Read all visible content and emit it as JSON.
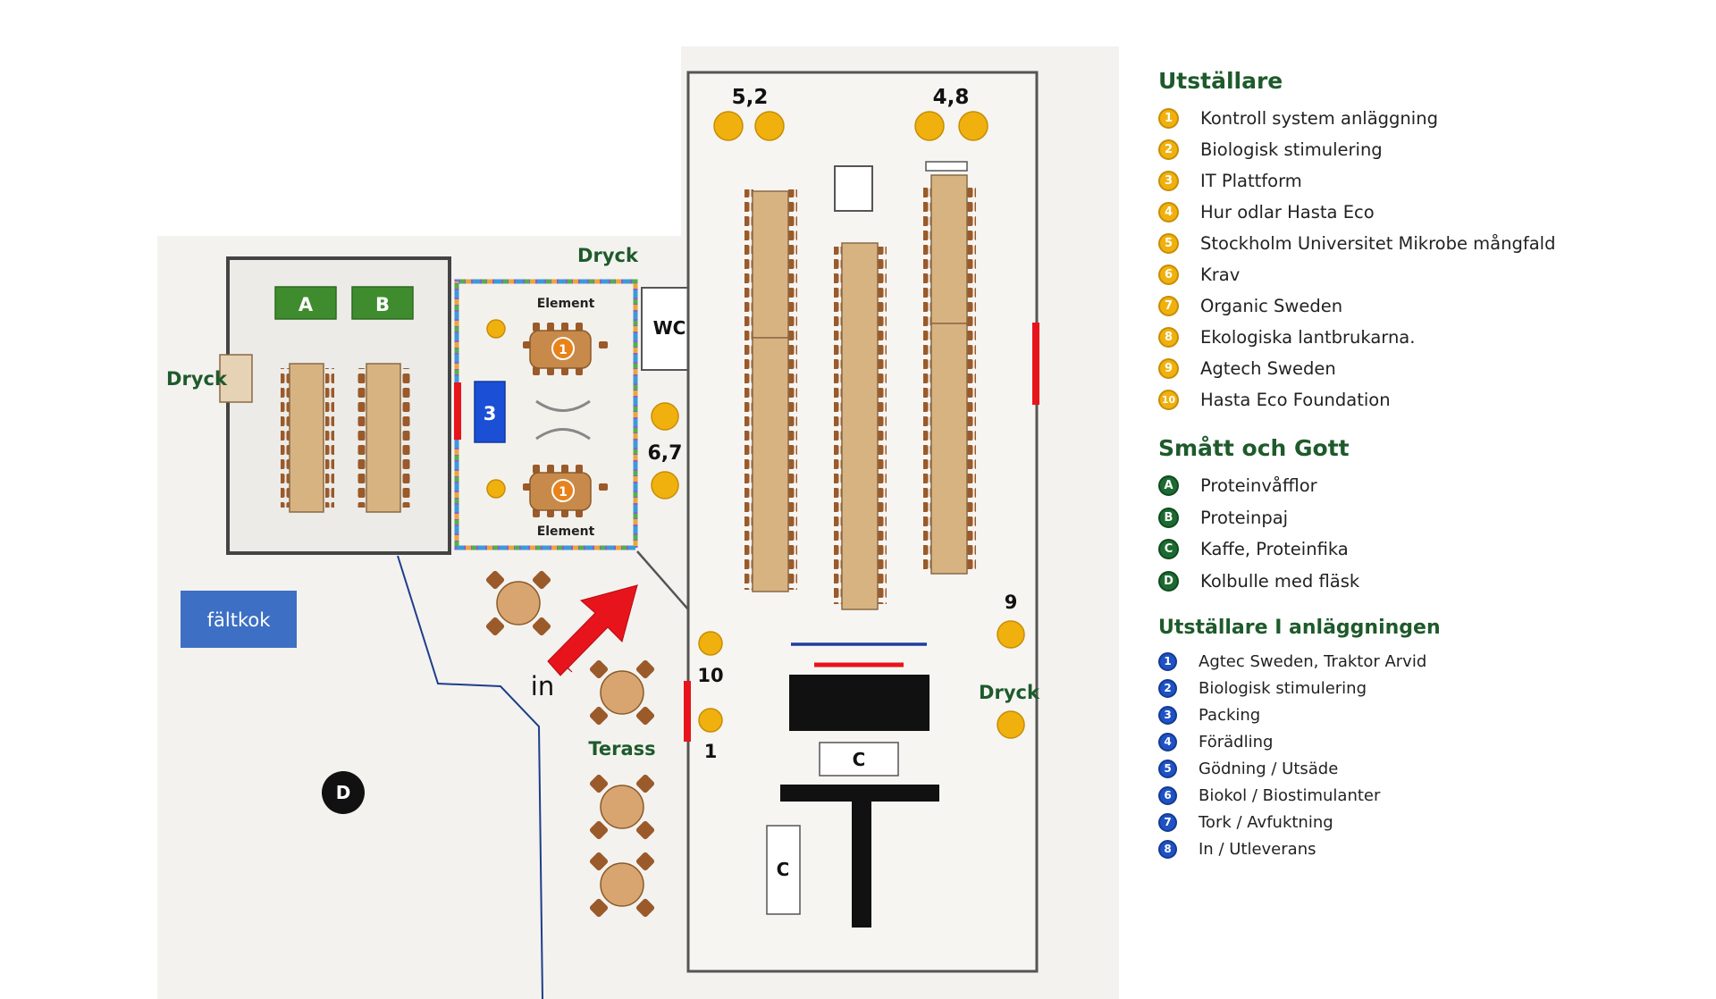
{
  "labels": {
    "booth_a": "A",
    "booth_b": "B",
    "dryck": "Dryck",
    "element": "Element",
    "wc": "WC",
    "faltkok": "fältkok",
    "in": "in",
    "terass": "Terass",
    "booth_c": "C",
    "booth_d": "D",
    "stand_3": "3",
    "table_1": "1",
    "group_52": "5,2",
    "group_48": "4,8",
    "group_67": "6,7",
    "group_9": "9",
    "group_10": "10",
    "group_1": "1"
  },
  "legend": {
    "utstallare": {
      "title": "Utställare",
      "items": [
        {
          "num": "1",
          "label": "Kontroll system anläggning"
        },
        {
          "num": "2",
          "label": "Biologisk stimulering"
        },
        {
          "num": "3",
          "label": "IT Plattform"
        },
        {
          "num": "4",
          "label": "Hur odlar Hasta Eco"
        },
        {
          "num": "5",
          "label": "Stockholm Universitet Mikrobe mångfald"
        },
        {
          "num": "6",
          "label": "Krav"
        },
        {
          "num": "7",
          "label": "Organic Sweden"
        },
        {
          "num": "8",
          "label": "Ekologiska lantbrukarna."
        },
        {
          "num": "9",
          "label": "Agtech Sweden"
        },
        {
          "num": "10",
          "label": "Hasta Eco Foundation"
        }
      ]
    },
    "smatt_och_gott": {
      "title": "Smått och Gott",
      "items": [
        {
          "num": "A",
          "label": "Proteinvåfflor"
        },
        {
          "num": "B",
          "label": "Proteinpaj"
        },
        {
          "num": "C",
          "label": "Kaffe, Proteinfika"
        },
        {
          "num": "D",
          "label": "Kolbulle med fläsk"
        }
      ]
    },
    "utstallare_anlaggningen": {
      "title": "Utställare I anläggningen",
      "items": [
        {
          "num": "1",
          "label": "Agtec Sweden, Traktor Arvid"
        },
        {
          "num": "2",
          "label": "Biologisk stimulering"
        },
        {
          "num": "3",
          "label": "Packing"
        },
        {
          "num": "4",
          "label": "Förädling"
        },
        {
          "num": "5",
          "label": "Gödning / Utsäde"
        },
        {
          "num": "6",
          "label": "Biokol / Biostimulanter"
        },
        {
          "num": "7",
          "label": "Tork / Avfuktning"
        },
        {
          "num": "8",
          "label": "In / Utleverans"
        }
      ]
    }
  },
  "colors": {
    "exhibitor_yellow": "#f0b10e",
    "food_green": "#1e6b32",
    "facility_blue": "#1f52c4",
    "entrance_red": "#e8141c",
    "table_wood": "#d8b382",
    "chair_brown": "#9a5a2a",
    "heading_green": "#1e5a2b",
    "faltkok_blue": "#3d6fc4"
  }
}
